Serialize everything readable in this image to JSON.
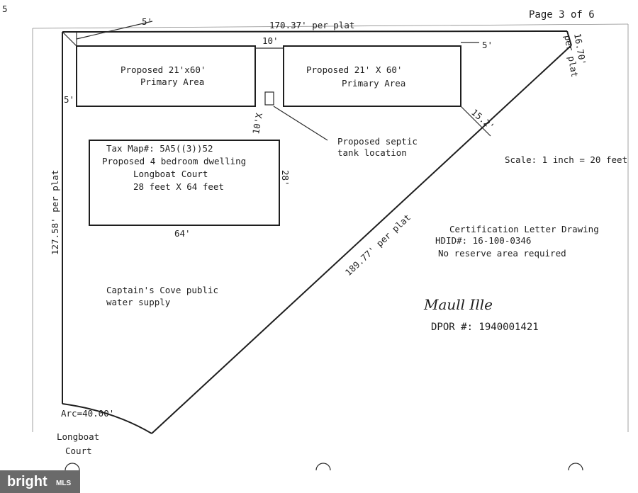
{
  "page_label": "Page 3 of 6",
  "corner_mark": "5",
  "top_boundary": "170.37' per plat",
  "top_left_setback": "5'",
  "right_edge": {
    "line1": "16.70'",
    "line2": "per plat"
  },
  "left_boundary": "127.58' per plat",
  "diagonal_boundary": "189.77' per plat",
  "arc": "Arc=40.00'",
  "street": {
    "line1": "Longboat",
    "line2": "Court"
  },
  "primary_area_left": {
    "line1": "Proposed 21'x60'",
    "line2": "Primary Area"
  },
  "primary_area_right": {
    "line1": "Proposed 21' X 60'",
    "line2": "Primary Area"
  },
  "gap_between_areas": "10'",
  "right_setback": "5'",
  "left_setback": "5'",
  "septic_offset": "10'X",
  "corner_offset": "15.2'",
  "septic_label": {
    "line1": "Proposed septic",
    "line2": "tank location"
  },
  "dwelling": {
    "line1": "Tax Map#: 5A5((3))52",
    "line2": "Proposed 4 bedroom dwelling",
    "line3": "Longboat Court",
    "line4": "28 feet X 64 feet",
    "width": "64'",
    "depth": "28'"
  },
  "scale": "Scale: 1 inch = 20 feet",
  "certification": {
    "line1": "Certification Letter Drawing",
    "line2": "HDID#: 16-100-0346",
    "line3": "No reserve area required"
  },
  "water": {
    "line1": "Captain's Cove public",
    "line2": "water supply"
  },
  "signature": "Maull Ille",
  "dpor": "DPOR #: 1940001421",
  "watermark": {
    "brand": "bright",
    "suffix": "MLS"
  }
}
